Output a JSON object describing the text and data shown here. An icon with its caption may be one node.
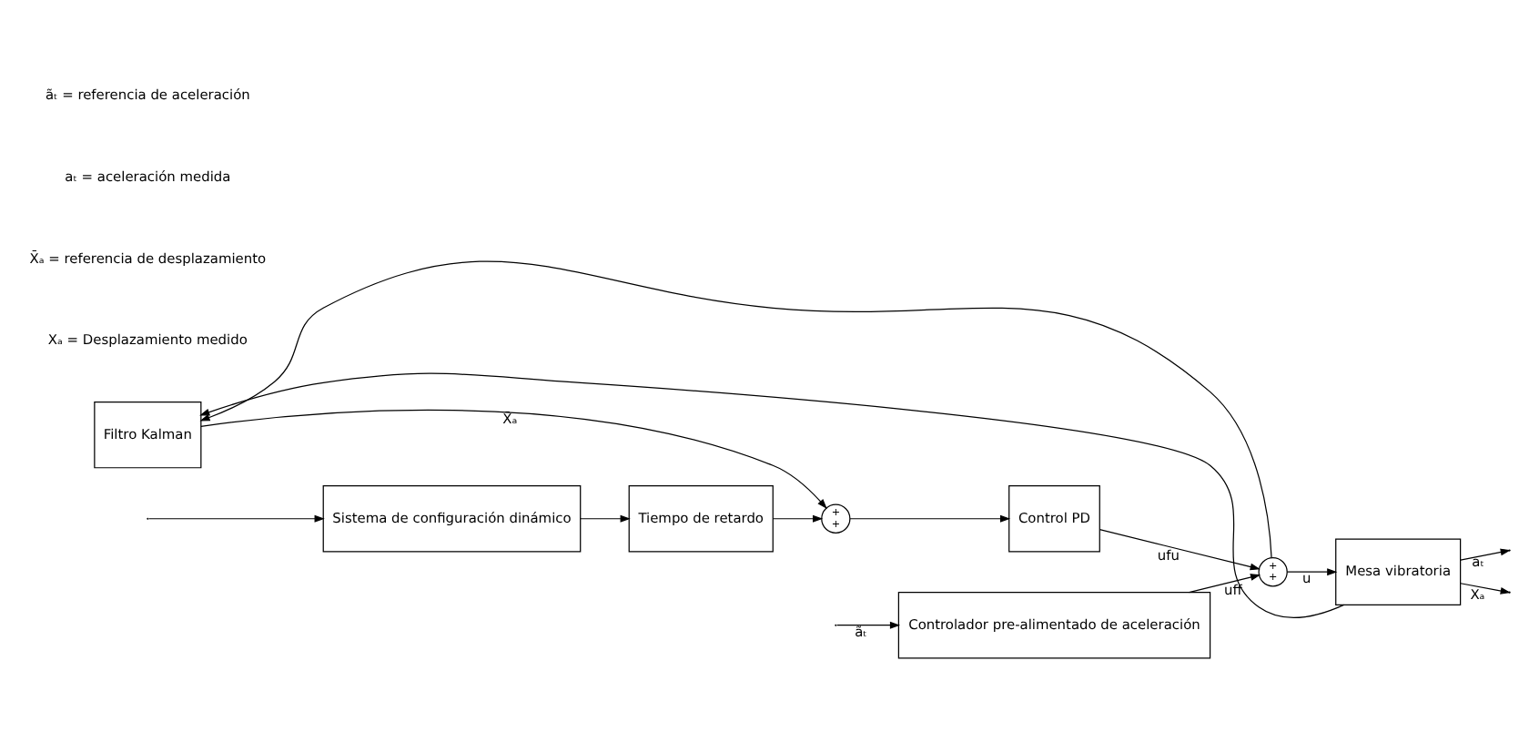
{
  "diagram": {
    "nodes": [
      {
        "text": [
          "Controlador pre-alimentado de aceleración"
        ]
      },
      {
        "text": [
          "Sistema de configuración dinámico"
        ]
      },
      {
        "text": [
          "+",
          "+"
        ]
      },
      {
        "text": [
          "Mesa vibratoria"
        ]
      },
      {
        "text": [
          "Tiempo de retardo"
        ]
      },
      {
        "text": [
          "+",
          "+"
        ]
      },
      {
        "text": [
          "Control PD"
        ]
      },
      {
        "text": [
          "Filtro Kalman"
        ]
      }
    ],
    "edges": [
      {
        "from": null,
        "to": 0,
        "arrow": "to",
        "label": "ãₜ"
      },
      {
        "from": null,
        "to": 1,
        "arrow": "to"
      },
      {
        "from": 0,
        "to": 2,
        "arrow": "to",
        "label": "uff"
      },
      {
        "from": 2,
        "to": 3,
        "arrow": "to",
        "label": "u"
      },
      {
        "from": 2,
        "to": 7,
        "arrow": "to"
      },
      {
        "from": 3,
        "to": null,
        "arrow": "to",
        "label": "aₜ"
      },
      {
        "from": 3,
        "to": null,
        "arrow": "to",
        "label": "Xₐ"
      },
      {
        "from": 3,
        "to": 7,
        "arrow": "to"
      },
      {
        "from": 1,
        "to": 4,
        "arrow": "to"
      },
      {
        "from": 4,
        "to": 5,
        "arrow": "to"
      },
      {
        "from": 5,
        "to": 6,
        "arrow": "to"
      },
      {
        "from": 6,
        "to": 2,
        "arrow": "to",
        "label": "ufu"
      },
      {
        "from": 7,
        "to": 5,
        "arrow": "to",
        "label": "X̄ₐ"
      }
    ],
    "labels": [
      "ãₜ = referencia de aceleración",
      "aₜ = aceleración medida",
      "X̄ₐ = referencia de desplazamiento",
      "Xₐ = Desplazamiento medido"
    ]
  }
}
